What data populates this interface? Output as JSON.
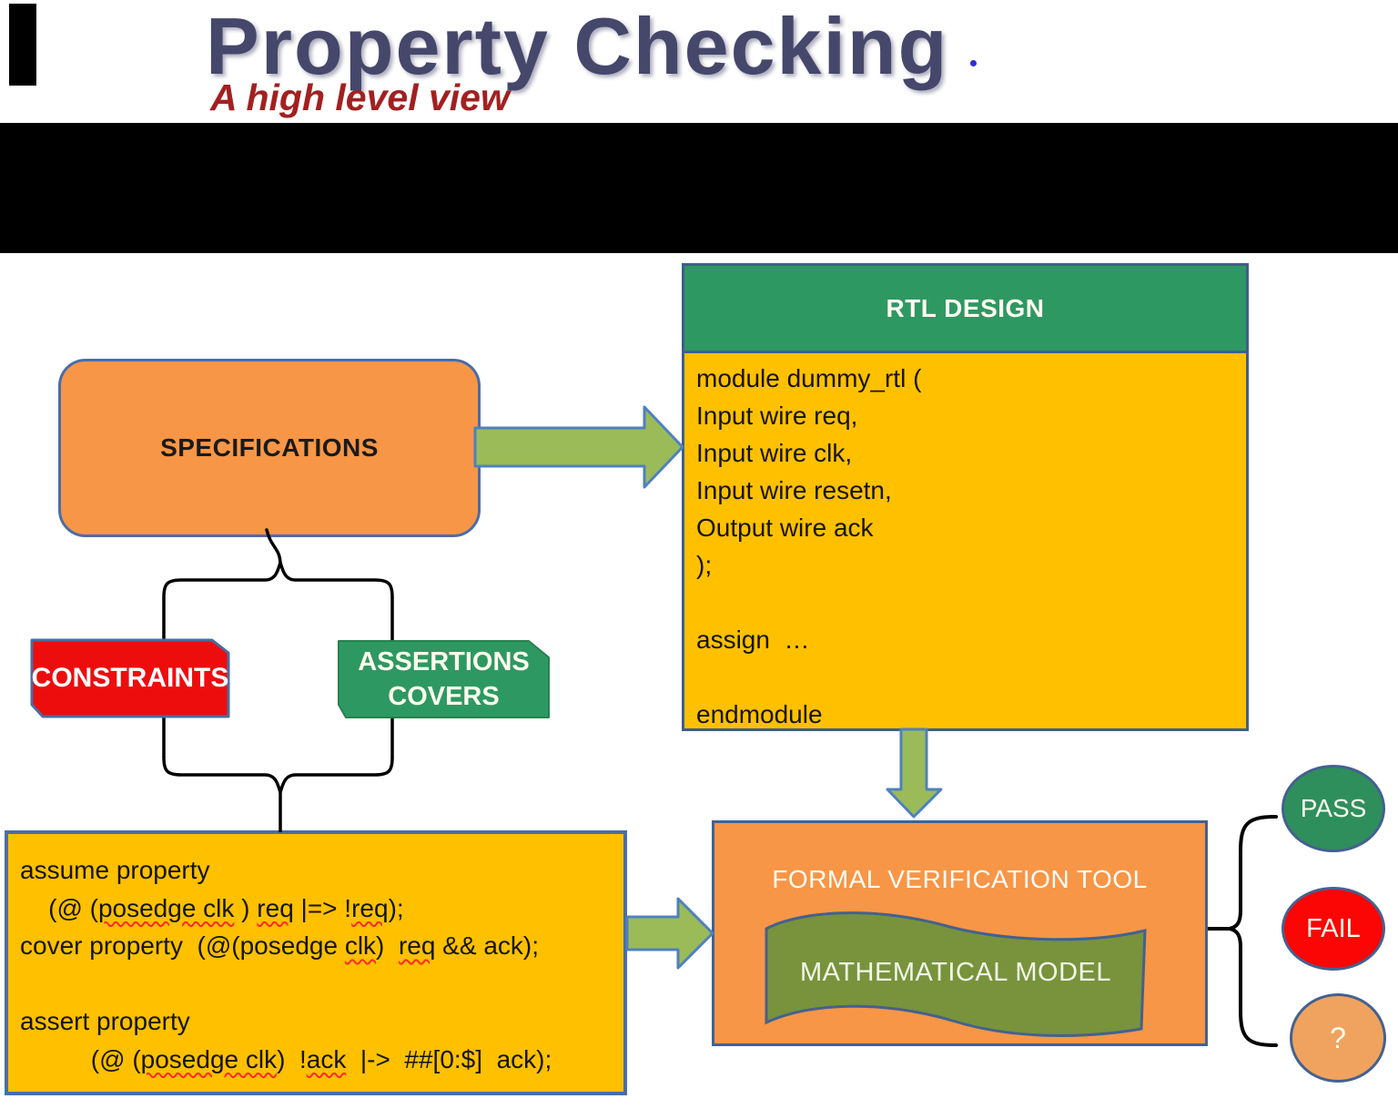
{
  "title": {
    "text": "Property Checking",
    "subtitle": "A high level view"
  },
  "spec_box": {
    "label": "SPECIFICATIONS"
  },
  "rtl_box": {
    "header": "RTL DESIGN",
    "code_lines": [
      "module dummy_rtl (",
      "Input wire req,",
      "Input wire clk,",
      "Input wire resetn,",
      "Output wire ack",
      ");",
      "",
      "assign  …",
      "",
      "endmodule"
    ]
  },
  "banners": {
    "constraints": "CONSTRAINTS",
    "assertions_line1": "ASSERTIONS",
    "assertions_line2": "COVERS"
  },
  "property_box": {
    "lines": [
      [
        {
          "t": "assume property"
        }
      ],
      [
        {
          "t": "    (@ ("
        },
        {
          "t": "posedge clk",
          "u": 1
        },
        {
          "t": " ) "
        },
        {
          "t": "req",
          "u": 1
        },
        {
          "t": " |=> !"
        },
        {
          "t": "req",
          "u": 1
        },
        {
          "t": ");"
        }
      ],
      [
        {
          "t": "cover property  (@(posedge "
        },
        {
          "t": "clk",
          "u": 1
        },
        {
          "t": ")  "
        },
        {
          "t": "req",
          "u": 1
        },
        {
          "t": " && ack);"
        }
      ],
      [],
      [
        {
          "t": "assert property"
        }
      ],
      [
        {
          "t": "          (@ ("
        },
        {
          "t": "posedge clk",
          "u": 1
        },
        {
          "t": ")  !"
        },
        {
          "t": "ack",
          "u": 1
        },
        {
          "t": "  |->  ##[0:$]  ack);"
        }
      ]
    ]
  },
  "fvt_box": {
    "title": "FORMAL VERIFICATION TOOL",
    "model": "MATHEMATICAL MODEL"
  },
  "outcomes": [
    {
      "label": "PASS"
    },
    {
      "label": "FAIL"
    },
    {
      "label": "?"
    }
  ],
  "colors": {
    "orange": "#F79646",
    "yellow": "#FFC000",
    "green": "#2e9862",
    "olive": "#78933c",
    "arrow_green": "#9bbb59",
    "border_blue": "#4a6da8",
    "red": "#ee0d0d",
    "pass_green": "#2e8f5d",
    "fail_red": "#fb0505",
    "question_orange": "#f0a35e",
    "title_color": "#45476b",
    "subtitle_color": "#a22020",
    "redaction": "#000000"
  }
}
